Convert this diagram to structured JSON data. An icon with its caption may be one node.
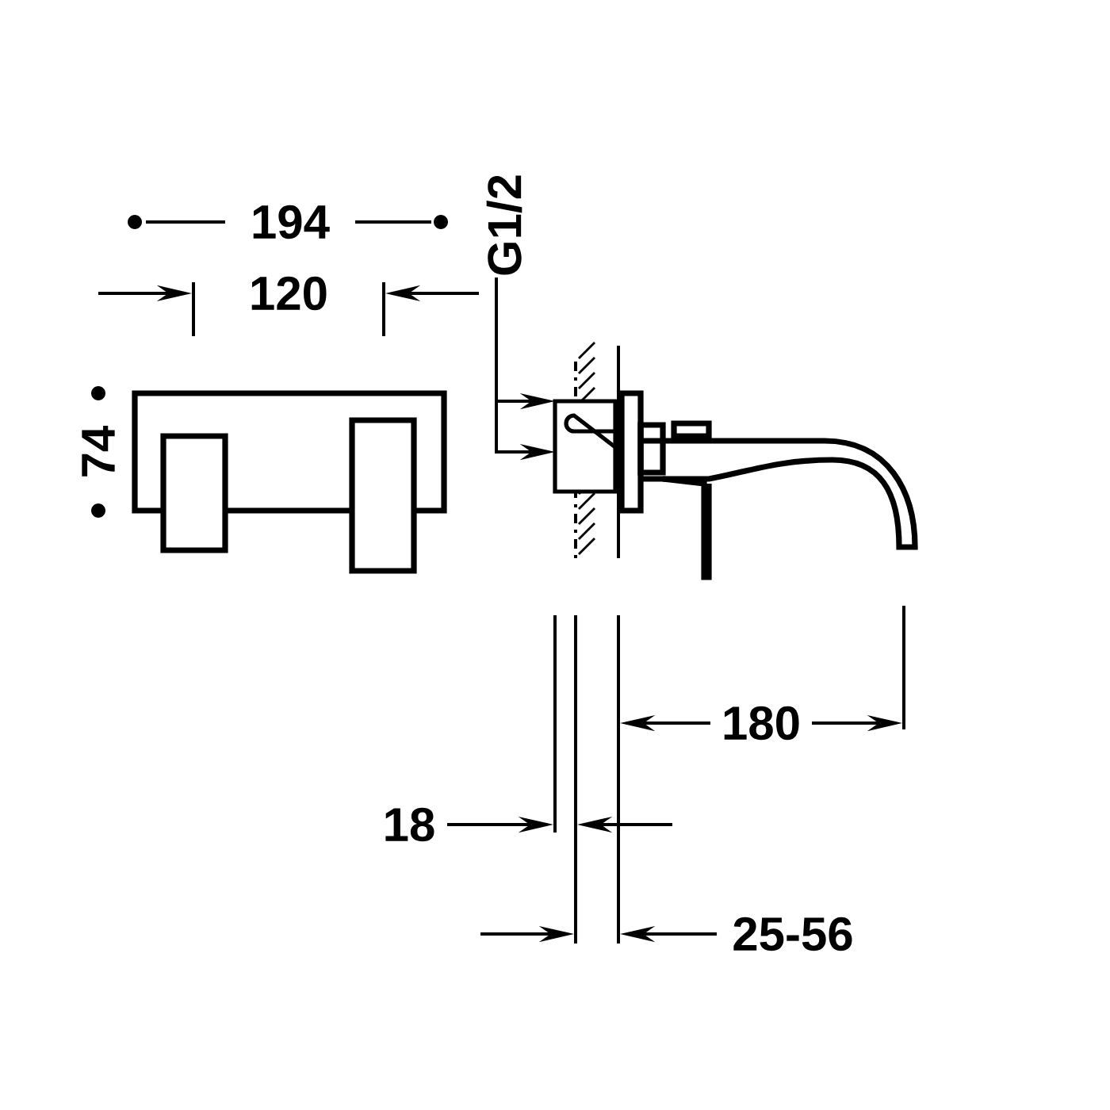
{
  "diagram": {
    "labels": [
      "194",
      "120",
      "G1/2",
      "74",
      "180",
      "18",
      "25-56"
    ]
  }
}
